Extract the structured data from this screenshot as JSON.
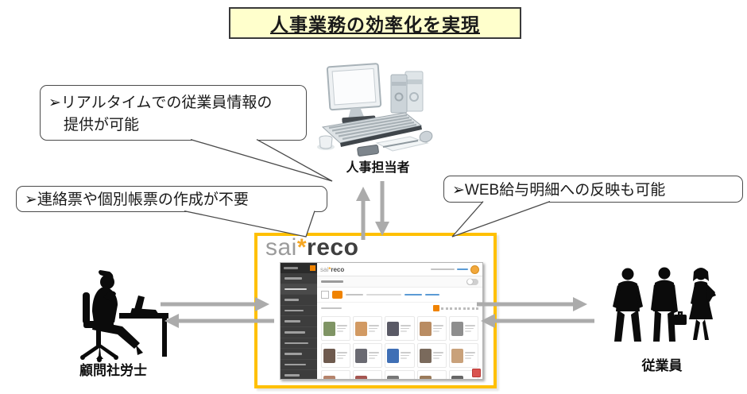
{
  "title": "人事業務の効率化を実現",
  "callouts": {
    "realtime": "➢リアルタイムでの従業員情報の\n　提供が可能",
    "no_forms": "➢連絡票や個別帳票の作成が不要",
    "web_payslip": "➢WEB給与明細への反映も可能"
  },
  "actors": {
    "hr": "人事担当者",
    "advisor": "顧問社労士",
    "employees": "従業員"
  },
  "logo": {
    "part1": "sai",
    "star": "*",
    "part2": "reco"
  },
  "screenshot": {
    "logo": {
      "part1": "sai",
      "star": "*",
      "part2": "reco"
    },
    "avatar_colors": [
      "#7f9464",
      "#d29a63",
      "#5a5a66",
      "#b98c62",
      "#8e8e8e",
      "#6e5a4e",
      "#6a6a72",
      "#3f6fb5",
      "#7a6a5c",
      "#c9a17a",
      "#b5836b",
      "#a55550",
      "#777777",
      "#9a7a5a",
      "#666666"
    ]
  },
  "colors": {
    "box_border": "#FFC000",
    "title_bg": "#FFFFCC",
    "arrow_gray": "#ABABAB",
    "logo_star_orange": "#F5A623",
    "logo_gray": "#9B9B9B",
    "logo_dark": "#3F3F3F",
    "app_accent_orange": "#F08300",
    "app_sidebar_dark": "#3D3D3D",
    "notification_red": "#D9534F"
  }
}
